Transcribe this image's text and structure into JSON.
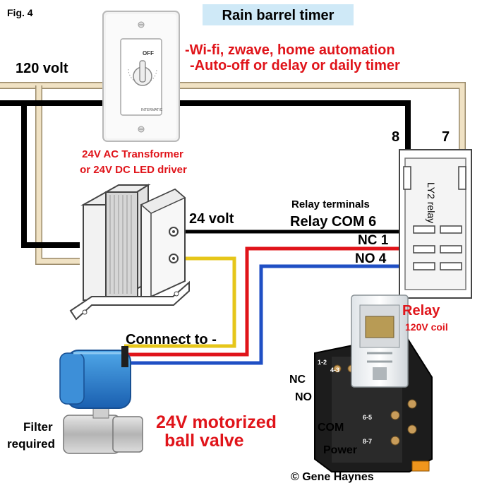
{
  "figure": {
    "number_label": "Fig. 4",
    "title": "Rain barrel timer"
  },
  "features": {
    "line1": "-Wi-fi, zwave, home automation",
    "line2": "-Auto-off or delay or daily timer"
  },
  "power": {
    "main_voltage": "120 volt",
    "low_voltage": "24 volt"
  },
  "timer_switch": {
    "dial_label": "OFF",
    "brand": "INTERMATIC"
  },
  "transformer": {
    "line1": "24V AC Transformer",
    "line2": "or 24V DC LED driver"
  },
  "relay_schematic": {
    "name": "LY2 relay",
    "pin_top_left": "8",
    "pin_top_right": "7",
    "terminals_heading": "Relay terminals",
    "com": "Relay COM 6",
    "nc": "NC 1",
    "no": "NO 4"
  },
  "relay_photo": {
    "title": "Relay",
    "coil": "120V coil",
    "socket_labels": {
      "nc": "NC",
      "no": "NO",
      "com": "COM",
      "power": "Power"
    },
    "pin_pairs": {
      "nc": "1-2",
      "no": "4-3",
      "com": "6-5",
      "power": "8-7"
    }
  },
  "valve": {
    "connect_label": "Connnect to -",
    "name_line1": "24V motorized",
    "name_line2": "ball valve",
    "filter_line1": "Filter",
    "filter_line2": "required"
  },
  "credit": "© Gene Haynes",
  "colors": {
    "hot_wire": "#000000",
    "neutral_wire": "#f0e2c4",
    "yellow_wire": "#e6c619",
    "red_wire": "#e0141a",
    "blue_wire": "#1f4fc4",
    "label_red": "#e0141a",
    "title_box": "#cfe9f7"
  }
}
